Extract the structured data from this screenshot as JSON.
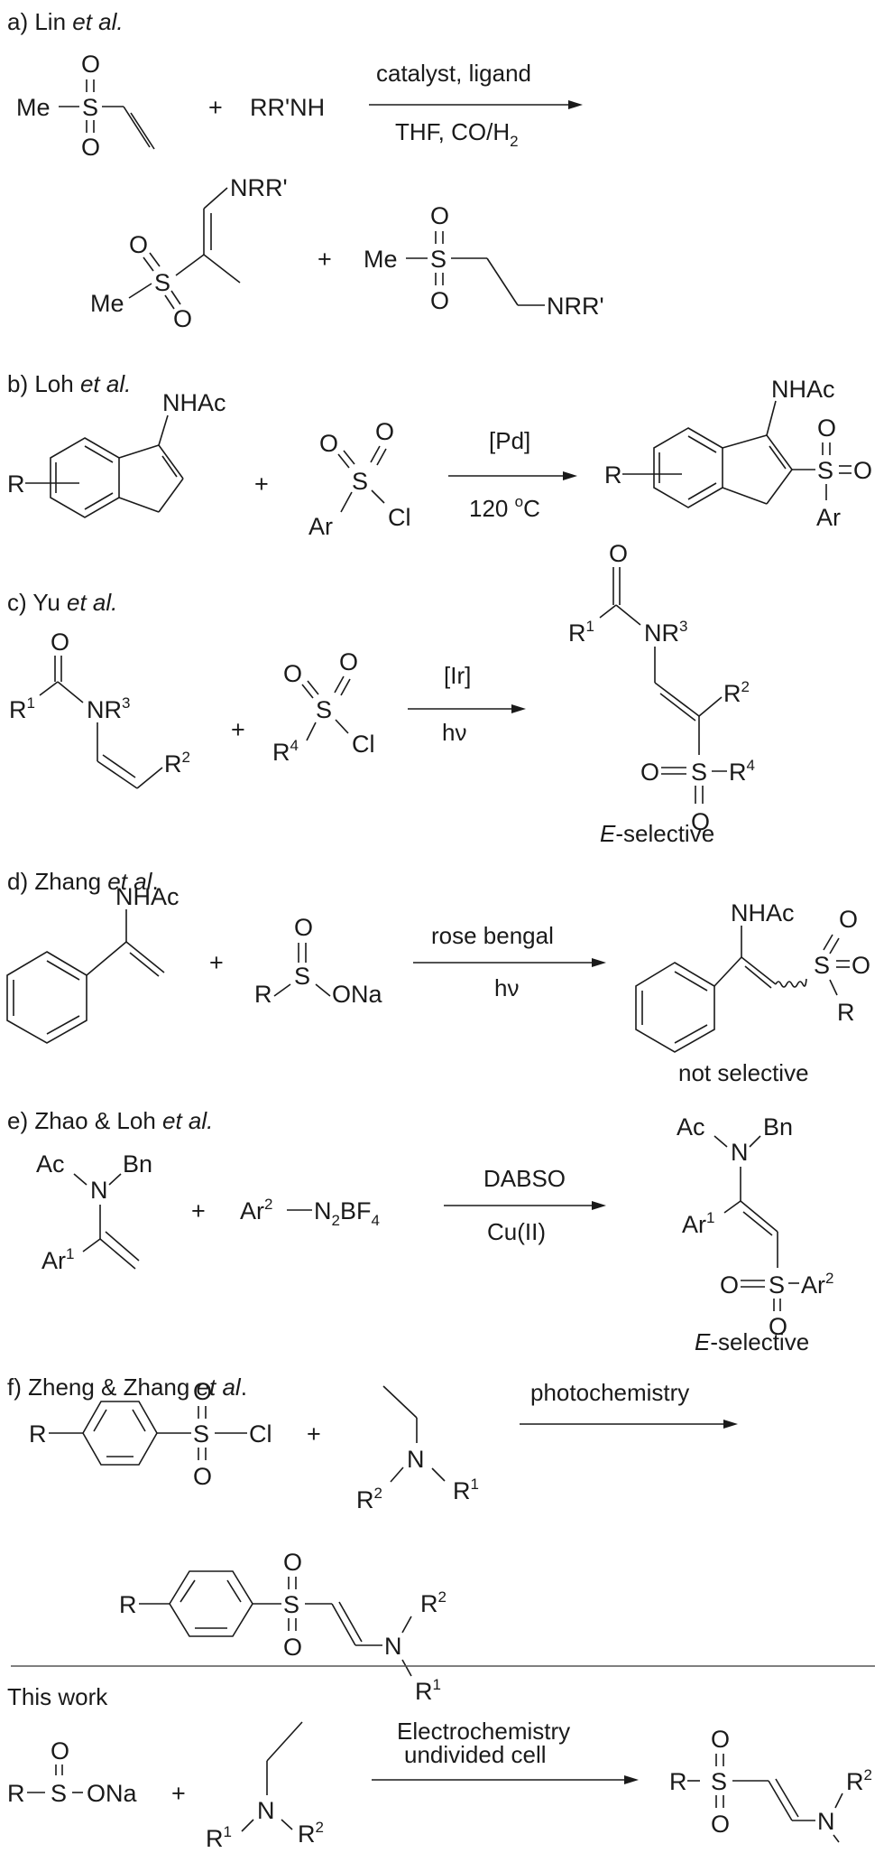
{
  "figure": {
    "sections": [
      {
        "id": "a",
        "label_prefix": "a) Lin ",
        "label_italic": "et al.",
        "reactants": [
          "methyl vinyl sulfone",
          "RR'NH"
        ],
        "plus": "+",
        "conditions_above": "catalyst, ligand",
        "conditions_below_main": "THF, CO/H",
        "conditions_below_sub": "2",
        "products": [
          "branched enamine sulfone",
          "linear amino sulfone"
        ],
        "atoms": {
          "me": "Me",
          "s": "S",
          "o": "O",
          "amine": "RR'NH",
          "nrr": "NRR'"
        }
      },
      {
        "id": "b",
        "label_prefix": "b) Loh ",
        "label_italic": "et al.",
        "conditions_above": "[Pd]",
        "conditions_below_main": "120 ",
        "conditions_below_sup": "o",
        "conditions_below_tail": "C",
        "atoms": {
          "r": "R",
          "nhac": "NHAc",
          "s": "S",
          "o": "O",
          "ar": "Ar",
          "cl": "Cl"
        }
      },
      {
        "id": "c",
        "label_prefix": "c) Yu ",
        "label_italic": "et al.",
        "conditions_above": "[Ir]",
        "conditions_below": "hν",
        "note_italic": "E",
        "note_rest": "-selective",
        "atoms": {
          "o": "O",
          "r": "R",
          "n": "NR",
          "s": "S",
          "cl": "Cl",
          "sup1": "1",
          "sup2": "2",
          "sup3": "3",
          "sup4": "4"
        }
      },
      {
        "id": "d",
        "label_prefix": "d) Zhang ",
        "label_italic": "et al",
        "label_suffix": ".",
        "conditions_above": "rose bengal",
        "conditions_below": "hν",
        "note": "not selective",
        "atoms": {
          "nhac": "NHAc",
          "o": "O",
          "s": "S",
          "r": "R",
          "ona": "ONa"
        }
      },
      {
        "id": "e",
        "label_prefix": "e) Zhao & Loh ",
        "label_italic": "et al.",
        "conditions_above": "DABSO",
        "conditions_below": "Cu(II)",
        "note_italic": "E",
        "note_rest": "-selective",
        "atoms": {
          "ac": "Ac",
          "n": "N",
          "bn": "Bn",
          "ar": "Ar",
          "sup1": "1",
          "sup2": "2",
          "n2": "N",
          "bf": "BF",
          "s": "S",
          "o": "O",
          "sub2": "2",
          "sub4": "4"
        }
      },
      {
        "id": "f",
        "label_prefix": "f) Zheng & Zhang ",
        "label_italic": "et al",
        "label_suffix": ".",
        "conditions_above": "photochemistry",
        "atoms": {
          "r": "R",
          "s": "S",
          "o": "O",
          "cl": "Cl",
          "n": "N",
          "sup1": "1",
          "sup2": "2"
        }
      },
      {
        "id": "this-work",
        "label": "This work",
        "conditions_above_1": "Electrochemistry",
        "conditions_above_2": "undivided cell",
        "atoms": {
          "r": "R",
          "s": "S",
          "o": "O",
          "ona": "ONa",
          "n": "N",
          "sup1": "1",
          "sup2": "2"
        }
      }
    ],
    "plus": "+"
  }
}
